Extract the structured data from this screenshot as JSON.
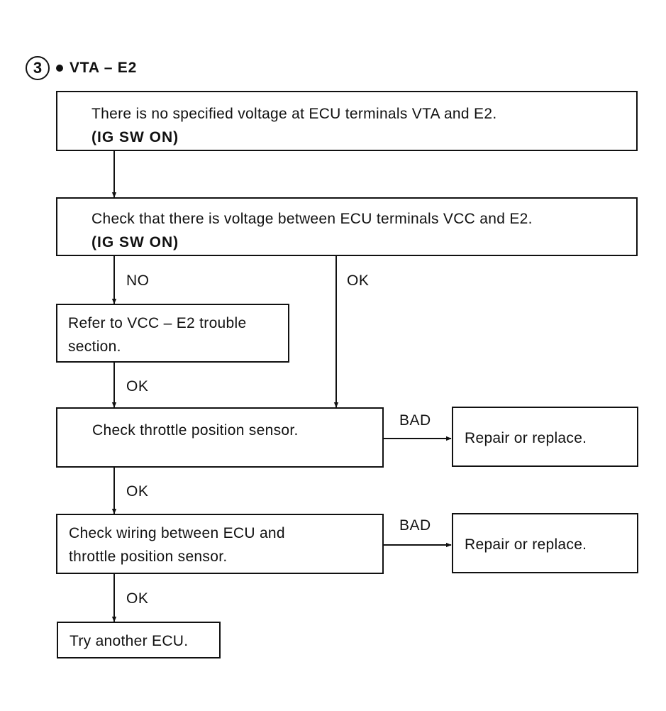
{
  "header": {
    "step_number": "3",
    "title": "VTA – E2"
  },
  "boxes": {
    "no_voltage": {
      "line1": "There is no specified voltage at ECU terminals VTA and E2.",
      "line2": "(IG SW ON)"
    },
    "check_vcc": {
      "line1": "Check that there is voltage between ECU terminals VCC and E2.",
      "line2": "(IG SW ON)"
    },
    "refer_vcc": {
      "line1": "Refer to VCC – E2 trouble",
      "line2": "section."
    },
    "check_tps": {
      "line1": "Check throttle position sensor."
    },
    "repair_1": {
      "line1": "Repair or replace."
    },
    "check_wiring": {
      "line1": "Check wiring between ECU and",
      "line2": "throttle position sensor."
    },
    "repair_2": {
      "line1": "Repair or replace."
    },
    "try_ecu": {
      "line1": "Try another ECU."
    }
  },
  "edge_labels": {
    "vcc_no": "NO",
    "vcc_ok": "OK",
    "refer_ok": "OK",
    "tps_bad": "BAD",
    "tps_ok": "OK",
    "wiring_bad": "BAD",
    "wiring_ok": "OK"
  }
}
